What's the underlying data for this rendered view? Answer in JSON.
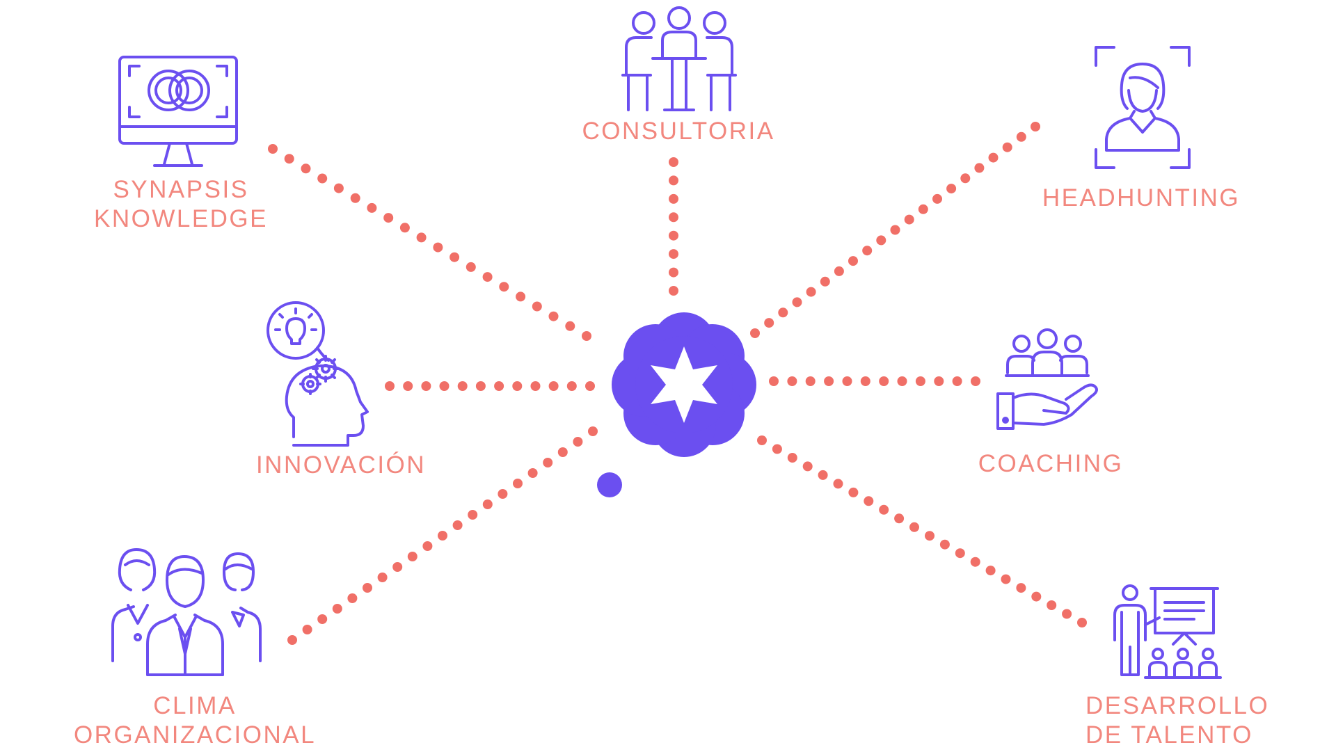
{
  "colors": {
    "accent": "#6b4ff0",
    "label": "#f2877e",
    "dots": "#f06f67",
    "background": "#ffffff"
  },
  "center": {
    "icon": "flower-star-logo-icon"
  },
  "nodes": [
    {
      "id": "synapsis",
      "icon": "monitor-rings-icon",
      "lines": [
        "SYNAPSIS",
        "KNOWLEDGE"
      ]
    },
    {
      "id": "consultoria",
      "icon": "team-meeting-icon",
      "lines": [
        "CONSULTORIA"
      ]
    },
    {
      "id": "headhunting",
      "icon": "person-focus-frame-icon",
      "lines": [
        "HEADHUNTING"
      ]
    },
    {
      "id": "innovacion",
      "icon": "head-gears-lightbulb-icon",
      "lines": [
        "INNOVACIÓN"
      ]
    },
    {
      "id": "coaching",
      "icon": "hand-holding-people-icon",
      "lines": [
        "COACHING"
      ]
    },
    {
      "id": "clima",
      "icon": "group-people-icon",
      "lines": [
        "CLIMA",
        "ORGANIZACIONAL"
      ]
    },
    {
      "id": "desarrollo",
      "icon": "presenter-board-icon",
      "lines": [
        "DESARROLLO",
        "DE TALENTO"
      ]
    }
  ]
}
